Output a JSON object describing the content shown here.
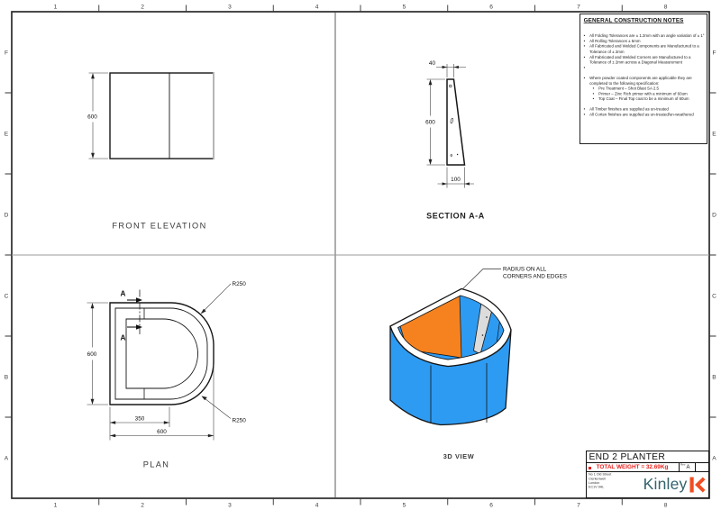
{
  "sheet": {
    "grid_columns": [
      "1",
      "2",
      "3",
      "4",
      "5",
      "6",
      "7",
      "8"
    ],
    "grid_rows": [
      "F",
      "E",
      "D",
      "C",
      "B",
      "A"
    ]
  },
  "views": {
    "front_elevation": {
      "label": "FRONT ELEVATION",
      "dim_height": "600"
    },
    "section": {
      "label": "SECTION A-A",
      "dim_top": "40",
      "dim_height": "600",
      "dim_bottom": "100"
    },
    "plan": {
      "label": "PLAN",
      "dim_height": "600",
      "dim_flat": "350",
      "dim_width": "600",
      "radius_top": "R250",
      "radius_bottom": "R250",
      "section_letter": "A"
    },
    "iso": {
      "label": "3D VIEW",
      "annotation_line1": "RADIUS ON ALL",
      "annotation_line2": "CORNERS AND EDGES"
    }
  },
  "notes": {
    "title": "GENERAL CONSTRUCTION NOTES",
    "bullets": [
      "All Folding Tolerances are ± 1.2mm with an angle variation of ± 1°",
      "All Rolling Tolerances ± 5mm",
      "All Fabricated and Welded Components are Manufactured to a Tolerance of ± 2mm",
      "All Fabricated and Welded Corners are Manufactured to a Tolerance of ± 2mm across a Diagonal Measurement",
      "",
      "Where powder coated components are applicable they are completed to the following specification:",
      "All Timber finishes are supplied as un-treated",
      "All Corten finishes are supplied as un-treated/un-weathered"
    ],
    "subs": [
      "Pre Treatment – Shot Blast SA 2.5",
      "Primer – Zinc Rich primer with a minimum of 60um",
      "Top Coat – Final Top coat to be a minimum of 60um"
    ]
  },
  "title_block": {
    "title": "END 2 PLANTER",
    "weight": "TOTAL WEIGHT = 32.69Kg",
    "rev_label": "Rev",
    "rev_value": "A",
    "address": [
      "No 1 Old Street",
      "Clerkenwell",
      "London",
      "EC1V 9HL"
    ],
    "brand": "Kinley"
  },
  "colors": {
    "planter_blue": "#2E9BF2",
    "planter_orange": "#F6821F",
    "bracket_gray": "#DCDCDC",
    "weight_red": "#E8231F",
    "brand_teal": "#33616C",
    "brand_orange": "#F04E23"
  }
}
